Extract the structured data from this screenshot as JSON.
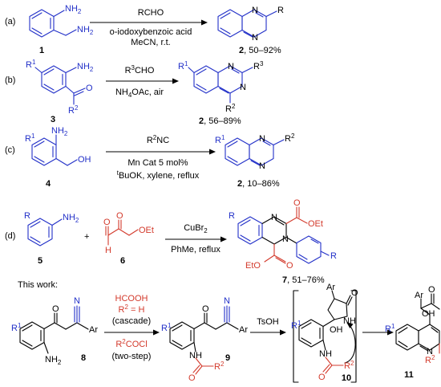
{
  "reactions": {
    "a": {
      "label": "(a)",
      "reagent": "RCHO",
      "conditions1": "o-iodoxybenzoic acid",
      "conditions2": "MeCN, r.t.",
      "sm_number": "1",
      "product_number": "2",
      "yield": ", 50–92%",
      "sm_nh2": "NH",
      "sm_nh2_sub": "2",
      "sm_nh2b": "NH",
      "sm_nh2b_sub": "2",
      "product_r": "R"
    },
    "b": {
      "label": "(b)",
      "reagent": "R",
      "reagent_sup": "3",
      "reagent_tail": "CHO",
      "conditions1": "NH",
      "conditions1_sub": "4",
      "conditions1_tail": "OAc, air",
      "sm_number": "3",
      "product_number": "2",
      "yield": ", 56–89%",
      "sm_r1": "R",
      "sm_r1_sup": "1",
      "sm_r2": "R",
      "sm_r2_sup": "2",
      "sm_nh2": "NH",
      "sm_nh2_sub": "2",
      "sm_o": "O",
      "product_r1": "R",
      "product_r1_sup": "1",
      "product_r3": "R",
      "product_r3_sup": "3",
      "product_r2": "R",
      "product_r2_sup": "2"
    },
    "c": {
      "label": "(c)",
      "reagent": "R",
      "reagent_sup": "2",
      "reagent_tail": "NC",
      "conditions1": "Mn Cat 5 mol%",
      "conditions2_sup": "t",
      "conditions2": "BuOK, xylene, reflux",
      "sm_number": "4",
      "product_number": "2",
      "yield": ", 10–86%",
      "sm_r1": "R",
      "sm_r1_sup": "1",
      "sm_nh2": "NH",
      "sm_nh2_sub": "2",
      "sm_oh": "OH",
      "product_r1": "R",
      "product_r1_sup": "1",
      "product_r2": "R",
      "product_r2_sup": "2"
    },
    "d": {
      "label": "(d)",
      "plus": "+",
      "reagent": "CuBr",
      "reagent_sub": "2",
      "conditions1": "PhMe, reflux",
      "sm_number": "5",
      "reactant2_number": "6",
      "product_number": "7",
      "yield": ", 51–76%",
      "sm_r": "R",
      "sm_nh2": "NH",
      "sm_nh2_sub": "2",
      "glyoxylate_o1": "O",
      "glyoxylate_o2": "O",
      "glyoxylate_oet": "OEt",
      "glyoxylate_h": "H",
      "product_r": "R",
      "product_o1": "O",
      "product_oet1": "OEt",
      "product_o2": "O",
      "product_eto": "EtO",
      "product_r_aryl": "R"
    }
  },
  "this_work": {
    "heading": "This work:",
    "sm_number": "8",
    "sm_r1": "R",
    "sm_r1_sup": "1",
    "sm_o": "O",
    "sm_n": "N",
    "sm_ar": "Ar",
    "sm_nh2": "NH",
    "sm_nh2_sub": "2",
    "cond_top1": "HCOOH",
    "cond_top2a": "R",
    "cond_top2a_sup": "2",
    "cond_top2b": " = H",
    "cond_top3": "(cascade)",
    "cond_bot1": "R",
    "cond_bot1_sup": "2",
    "cond_bot1_tail": "COCl",
    "cond_bot2": "(two-step)",
    "int9_number": "9",
    "int9_r1": "R",
    "int9_r1_sup": "1",
    "int9_o": "O",
    "int9_n": "N",
    "int9_ar": "Ar",
    "int9_nh": "NH",
    "int9_o2": "O",
    "int9_r2": "R",
    "int9_r2_sup": "2",
    "acid": "TsOH",
    "int10_number": "10",
    "int10_r1": "R",
    "int10_r1_sup": "1",
    "int10_ar": "Ar",
    "int10_o": "O",
    "int10_nh": "NH",
    "int10_oh": "OH",
    "int10_nh2": "NH",
    "int10_o2": "O",
    "int10_r2": "R",
    "int10_r2_sup": "2",
    "product_number": "11",
    "product_r1": "R",
    "product_r1_sup": "1",
    "product_ar": "Ar",
    "product_o": "O",
    "product_oh": "OH",
    "product_r2": "R",
    "product_r2_sup": "2"
  }
}
